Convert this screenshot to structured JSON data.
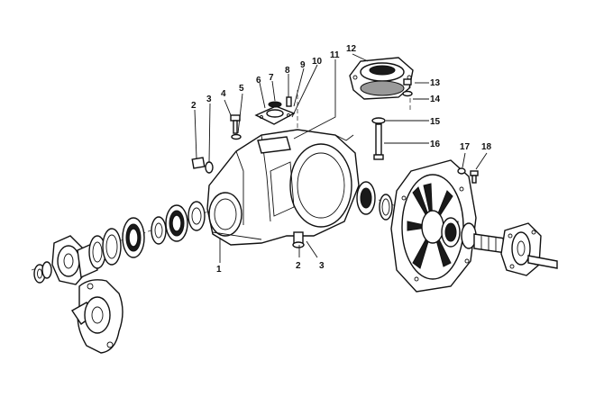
{
  "diagram": {
    "callouts": [
      {
        "id": "c1",
        "number": "1"
      },
      {
        "id": "c2a",
        "number": "2"
      },
      {
        "id": "c2b",
        "number": "2"
      },
      {
        "id": "c3a",
        "number": "3"
      },
      {
        "id": "c3b",
        "number": "3"
      },
      {
        "id": "c4",
        "number": "4"
      },
      {
        "id": "c5",
        "number": "5"
      },
      {
        "id": "c6",
        "number": "6"
      },
      {
        "id": "c7",
        "number": "7"
      },
      {
        "id": "c8",
        "number": "8"
      },
      {
        "id": "c9",
        "number": "9"
      },
      {
        "id": "c10",
        "number": "10"
      },
      {
        "id": "c11",
        "number": "11"
      },
      {
        "id": "c12",
        "number": "12"
      },
      {
        "id": "c13",
        "number": "13"
      },
      {
        "id": "c14",
        "number": "14"
      },
      {
        "id": "c15",
        "number": "15"
      },
      {
        "id": "c16",
        "number": "16"
      },
      {
        "id": "c17",
        "number": "17"
      },
      {
        "id": "c18",
        "number": "18"
      }
    ]
  }
}
